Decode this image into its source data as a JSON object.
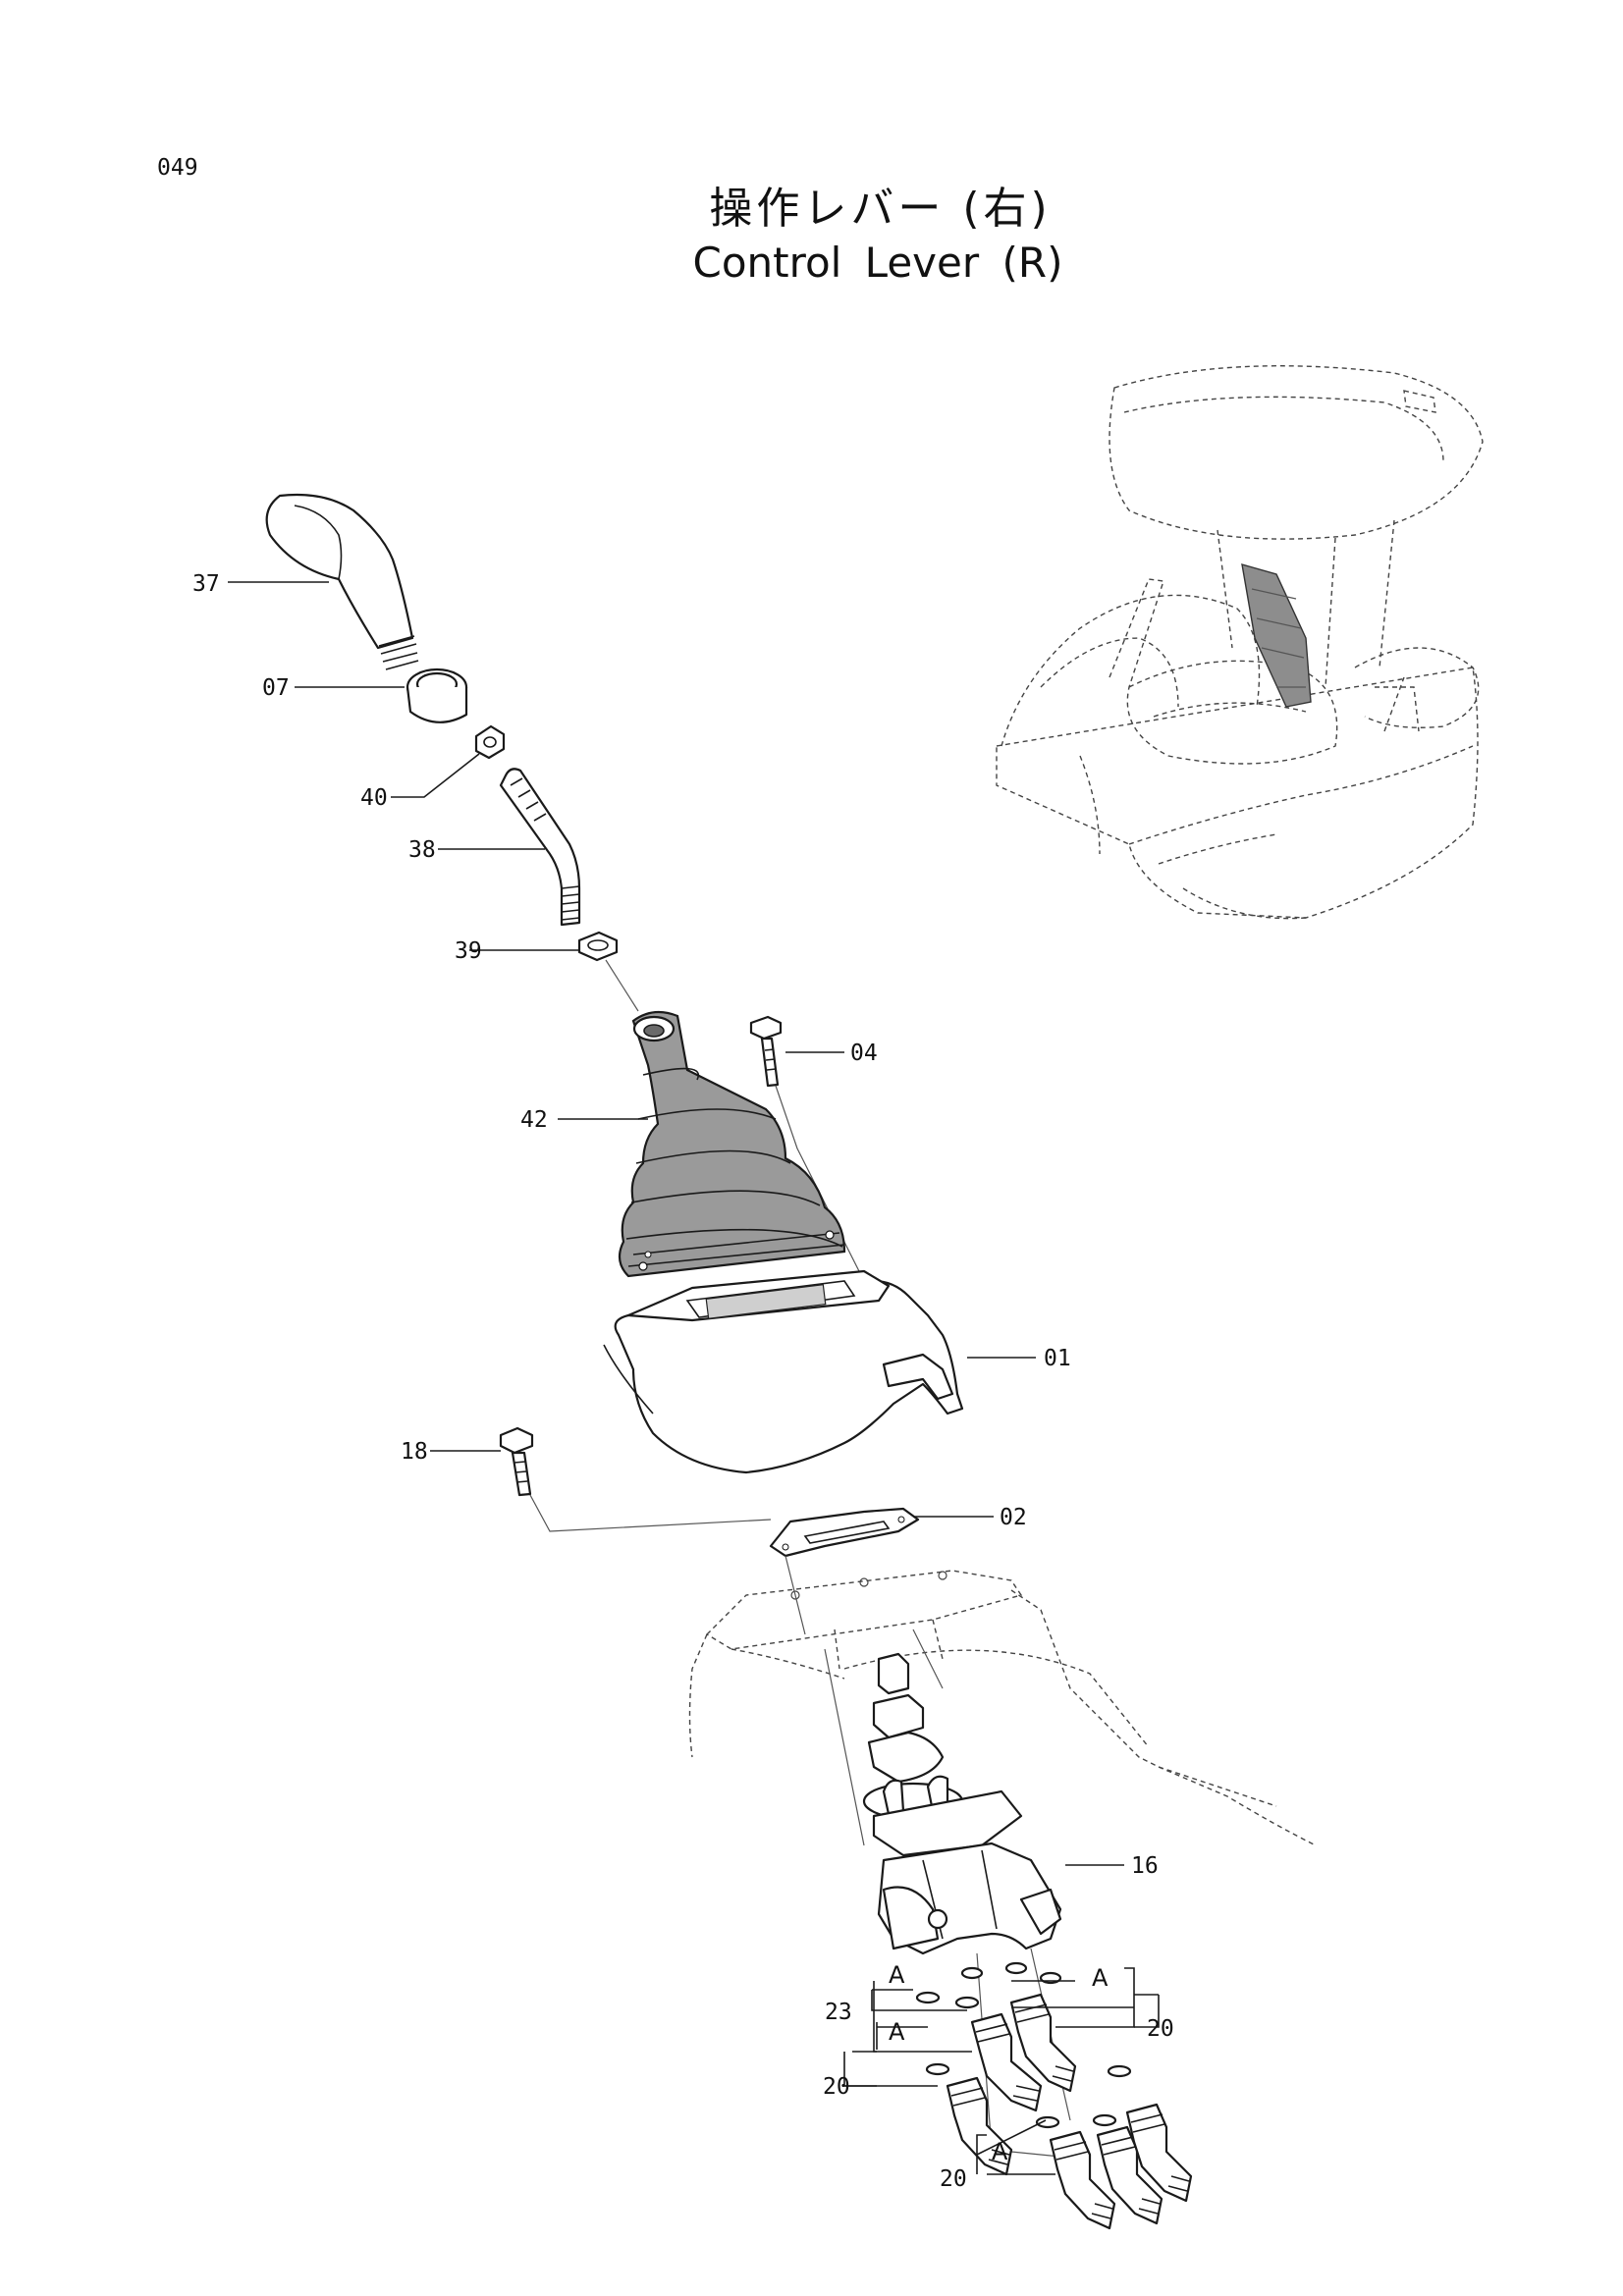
{
  "page_number": "049",
  "title_jp": "操作レバー (右)",
  "title_en": "Control Lever (R)",
  "part_labels": {
    "p37": "37",
    "p07": "07",
    "p40": "40",
    "p38": "38",
    "p39": "39",
    "p04": "04",
    "p42": "42",
    "p01": "01",
    "p18": "18",
    "p02": "02",
    "p16": "16",
    "p23": "23",
    "p20a": "20",
    "p20b": "20",
    "p20c": "20"
  },
  "callout_letter": "A"
}
